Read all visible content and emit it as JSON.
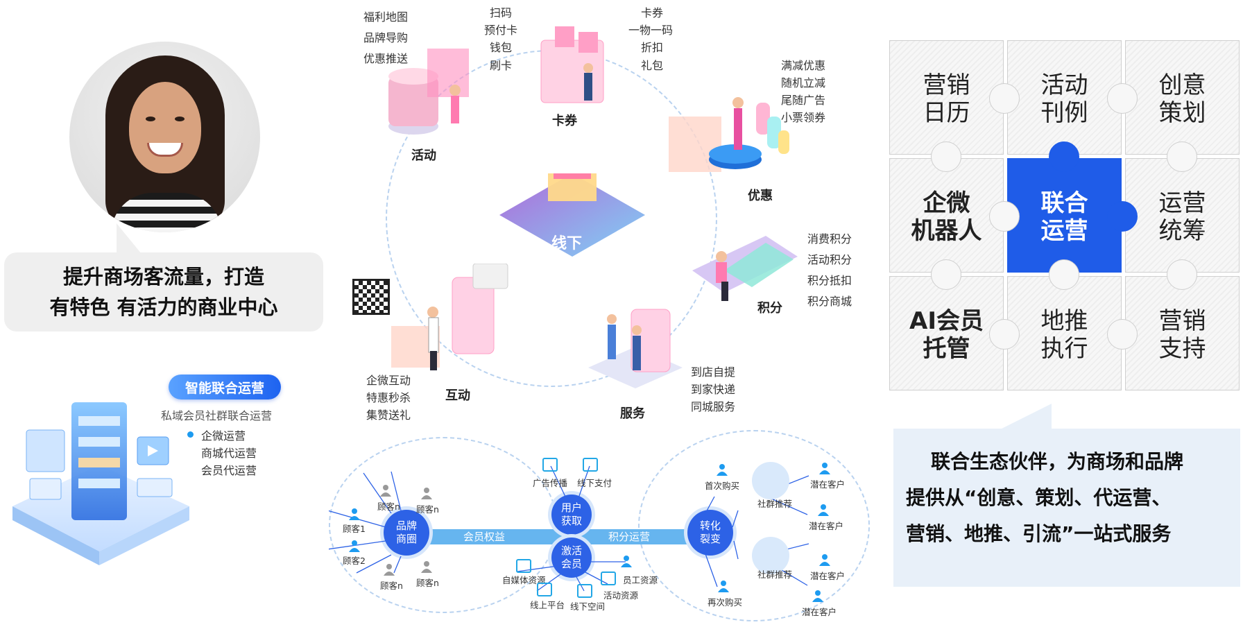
{
  "headline": {
    "line1": "提升商场客流量，打造",
    "line2": "有特色 有活力的商业中心"
  },
  "smart_ops": {
    "title": "智能联合运营",
    "subtitle": "私域会员社群联合运营",
    "items": [
      "企微运营",
      "商城代运营",
      "会员代运营"
    ]
  },
  "offline_ring": {
    "center": "线下",
    "nodes": [
      {
        "title": "活动",
        "items": [
          "福利地图",
          "品牌导购",
          "优惠推送"
        ]
      },
      {
        "title": "卡券",
        "items_left": [
          "扫码",
          "预付卡",
          "钱包",
          "刷卡"
        ],
        "items_right": [
          "卡券",
          "一物一码",
          "折扣",
          "礼包"
        ]
      },
      {
        "title": "优惠",
        "items": [
          "满减优惠",
          "随机立减",
          "尾随广告",
          "小票领券"
        ]
      },
      {
        "title": "积分",
        "items": [
          "消费积分",
          "活动积分",
          "积分抵扣",
          "积分商城"
        ]
      },
      {
        "title": "服务",
        "items": [
          "到店自提",
          "到家快递",
          "同城服务"
        ]
      },
      {
        "title": "互动",
        "items": [
          "企微互动",
          "特惠秒杀",
          "集赞送礼"
        ]
      }
    ]
  },
  "flow": {
    "brand_circle": "品牌商圈",
    "customers": [
      "顾客n",
      "顾客n",
      "顾客1",
      "顾客2",
      "顾客n",
      "顾客n"
    ],
    "bar_left": "会员权益",
    "bar_right": "积分运营",
    "acquire_circle": "用户获取",
    "acquire_items": [
      "广告传播",
      "线下支付"
    ],
    "activate_circle": "激活会员",
    "activate_items": [
      "自媒体资源",
      "员工资源",
      "线上平台",
      "线下空间",
      "活动资源"
    ],
    "convert_circle": "转化裂变",
    "convert_items": [
      "首次购买",
      "再次购买"
    ],
    "community": "社群推荐",
    "potential": "潜在客户"
  },
  "puzzle": [
    {
      "text": [
        "营销",
        "日历"
      ],
      "bold": false
    },
    {
      "text": [
        "活动",
        "刊例"
      ],
      "bold": false
    },
    {
      "text": [
        "创意",
        "策划"
      ],
      "bold": false
    },
    {
      "text": [
        "企微",
        "机器人"
      ],
      "bold": true
    },
    {
      "text": [
        "联合",
        "运营"
      ],
      "bold": true,
      "highlight": true
    },
    {
      "text": [
        "运营",
        "统筹"
      ],
      "bold": false
    },
    {
      "text": [
        "AI会员",
        "托管"
      ],
      "bold": true
    },
    {
      "text": [
        "地推",
        "执行"
      ],
      "bold": false
    },
    {
      "text": [
        "营销",
        "支持"
      ],
      "bold": false
    }
  ],
  "summary": {
    "line1": "联合生态伙伴，为商场和品牌",
    "line2": "提供从“创意、策划、代运营、",
    "line3": "营销、地推、引流”一站式服务"
  },
  "colors": {
    "accent": "#1f5ce8",
    "bar": "#66b5ef",
    "ring": "#b9d2ef"
  }
}
